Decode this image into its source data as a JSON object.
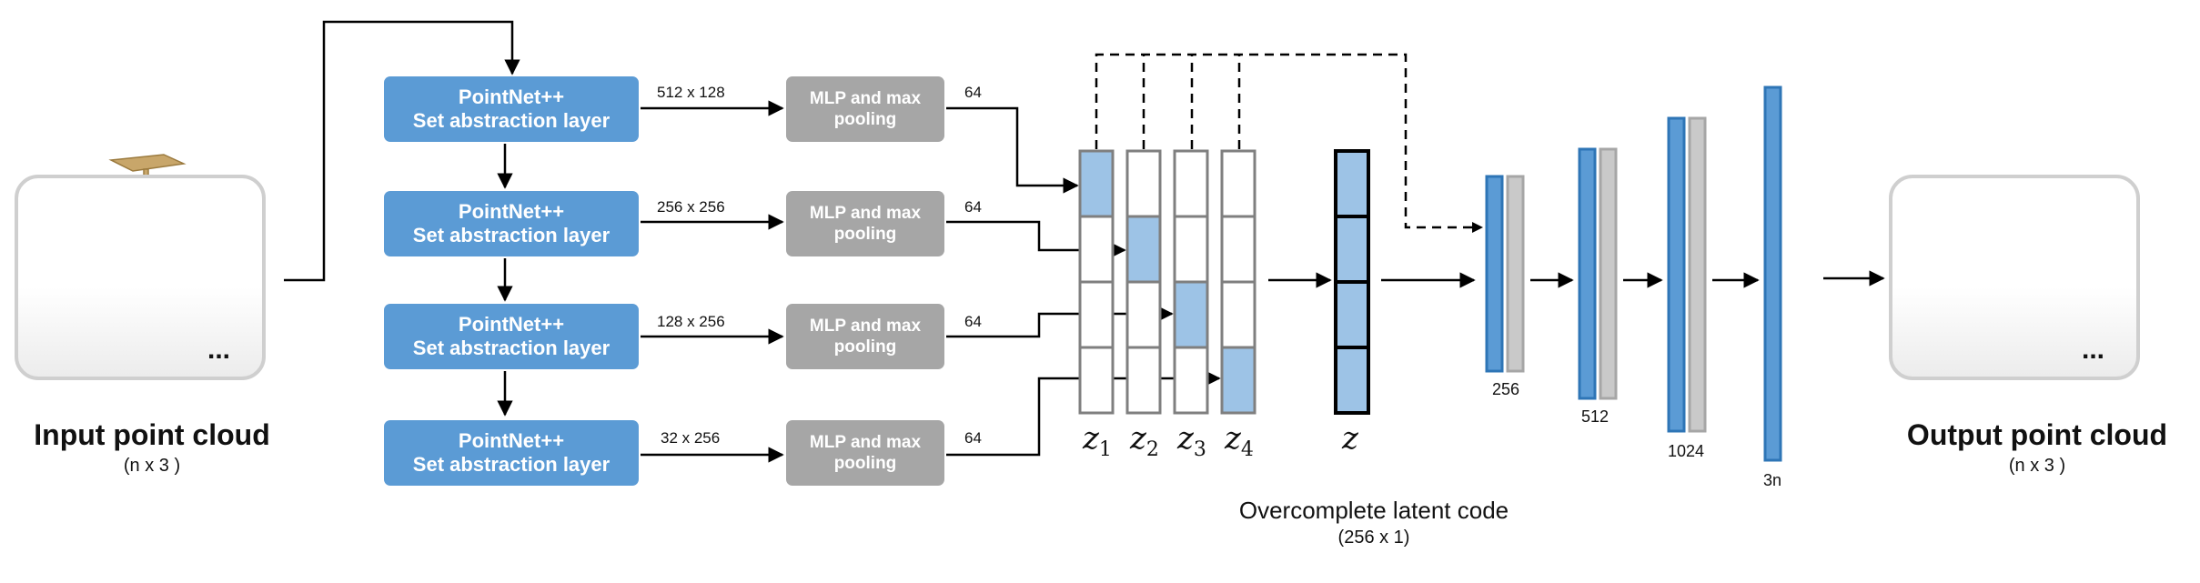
{
  "input": {
    "title": "Input point cloud",
    "subtitle": "(n x 3 )",
    "ellipsis": "..."
  },
  "output": {
    "title": "Output point cloud",
    "subtitle": "(n x 3 )",
    "ellipsis": "..."
  },
  "sa_layers": [
    {
      "line1": "PointNet++",
      "line2": "Set abstraction layer",
      "dim": "512 x 128"
    },
    {
      "line1": "PointNet++",
      "line2": "Set abstraction layer",
      "dim": "256 x 256"
    },
    {
      "line1": "PointNet++",
      "line2": "Set abstraction layer",
      "dim": "128 x 256"
    },
    {
      "line1": "PointNet++",
      "line2": "Set abstraction layer",
      "dim": "32 x 256"
    }
  ],
  "mlp_blocks": [
    {
      "line1": "MLP and max",
      "line2": "pooling",
      "dim": "64"
    },
    {
      "line1": "MLP and max",
      "line2": "pooling",
      "dim": "64"
    },
    {
      "line1": "MLP and max",
      "line2": "pooling",
      "dim": "64"
    },
    {
      "line1": "MLP and max",
      "line2": "pooling",
      "dim": "64"
    }
  ],
  "latent": {
    "z_labels": [
      "z",
      "z",
      "z",
      "z"
    ],
    "z_subs": [
      "1",
      "2",
      "3",
      "4"
    ],
    "z_combined": "z",
    "caption": "Overcomplete latent code",
    "caption_sub": "(256 x 1)"
  },
  "decoder": {
    "layer_sizes": [
      "256",
      "512",
      "1024",
      "3n"
    ]
  },
  "colors": {
    "blue": "#5b9bd5",
    "gray": "#a6a6a6",
    "light_blue": "#9dc3e6",
    "dark_blue_border": "#2e75b6"
  }
}
